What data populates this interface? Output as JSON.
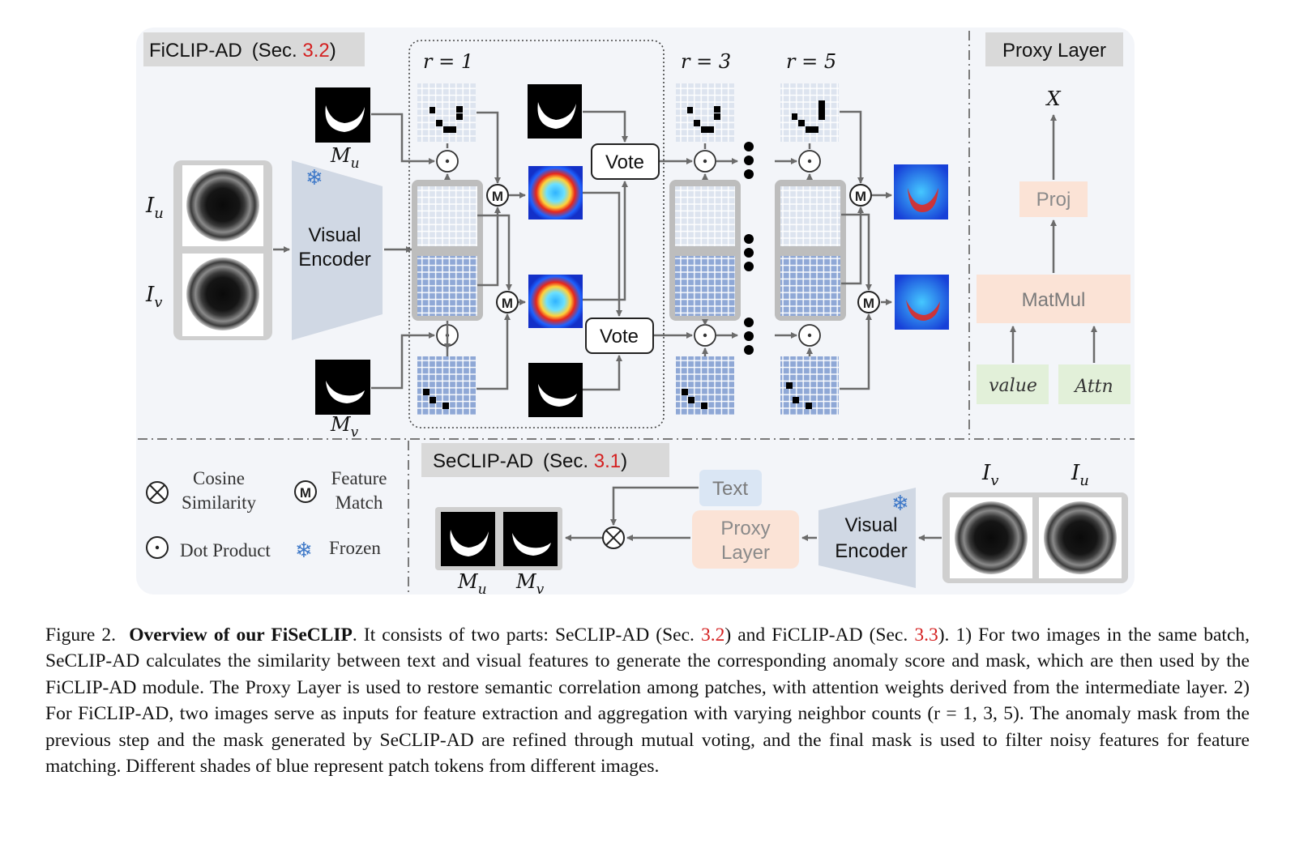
{
  "sections": {
    "ficlip": {
      "name": "FiCLIP-AD",
      "sec_prefix": "(Sec. ",
      "sec_num": "3.2",
      "sec_suffix": ")"
    },
    "proxy": {
      "title": "Proxy Layer",
      "x": "X",
      "proj": "Proj",
      "matmul": "MatMul",
      "value": "value",
      "attn": "Attn"
    },
    "seclip": {
      "name": "SeCLIP-AD",
      "sec_prefix": "(Sec. ",
      "sec_num": "3.1",
      "sec_suffix": ")"
    }
  },
  "labels": {
    "r1": "r = 1",
    "r3": "r = 3",
    "r5": "r = 5",
    "Iu": "I",
    "Iu_sub": "u",
    "Iv": "I",
    "Iv_sub": "v",
    "Mu": "M",
    "Mu_sub": "u",
    "Mv": "M",
    "Mv_sub": "v",
    "visual_encoder_1": "Visual",
    "visual_encoder_2": "Encoder",
    "vote": "Vote",
    "text": "Text",
    "proxy_layer_1": "Proxy",
    "proxy_layer_2": "Layer"
  },
  "legend": {
    "cosine_1": "Cosine",
    "cosine_2": "Similarity",
    "feature_1": "Feature",
    "feature_2": "Match",
    "dot": "Dot Product",
    "frozen": "Frozen"
  },
  "caption": {
    "fig": "Figure 2.",
    "title": "Overview of our FiSeCLIP",
    "t1": ". It consists of two parts: SeCLIP-AD (Sec. ",
    "ref1": "3.2",
    "t2": ") and FiCLIP-AD (Sec. ",
    "ref2": "3.3",
    "t3": "). 1) For two images in the same batch, SeCLIP-AD calculates the similarity between text and visual features to generate the corresponding anomaly score and mask, which are then used by the FiCLIP-AD module. The Proxy Layer is used to restore semantic correlation among patches, with attention weights derived from the intermediate layer. 2) For FiCLIP-AD, two images serve as inputs for feature extraction and aggregation with varying neighbor counts (r = 1, 3, 5). The anomaly mask from the previous step and the mask generated by SeCLIP-AD are refined through mutual voting, and the final mask is used to filter noisy features for feature matching. Different shades of blue represent patch tokens from different images."
  },
  "colors": {
    "panel_bg": "#f3f5f9",
    "title_box": "#d9d9d9",
    "light_patch": "#dde4ef",
    "dark_patch": "#8fa8d6",
    "proj_fill": "#fbe3d6",
    "value_fill": "#e2f0d9",
    "text_fill": "#dae6f4",
    "encoder_fill": "#d0d8e4",
    "accent_red": "#d42020"
  }
}
